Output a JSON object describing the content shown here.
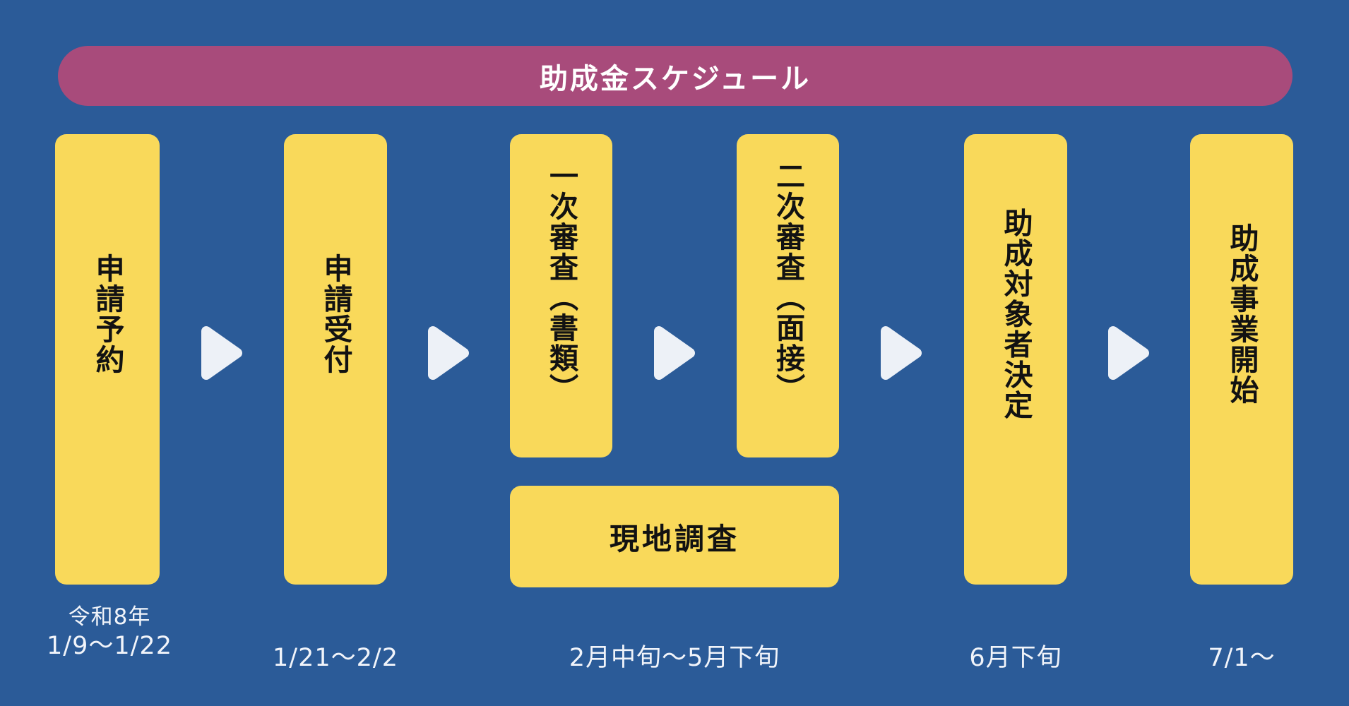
{
  "title": "助成金スケジュール",
  "colors": {
    "background": "#2b5b98",
    "banner": "#a84b7b",
    "step_box": "#f9d95a",
    "arrow": "#edf1f7",
    "step_text": "#121212",
    "date_text": "#f1f4fa"
  },
  "steps": [
    {
      "label": "申請予約",
      "date_note": "令和8年",
      "date": "1/9〜1/22"
    },
    {
      "label": "申請受付",
      "date": "1/21〜2/2"
    },
    {
      "label": "一次審査（書類）"
    },
    {
      "label": "二次審査（面接）"
    },
    {
      "label": "助成対象者決定",
      "date": "6月下旬"
    },
    {
      "label": "助成事業開始",
      "date": "7/1〜"
    }
  ],
  "survey": {
    "label": "現地調査",
    "date": "2月中旬〜5月下旬"
  }
}
